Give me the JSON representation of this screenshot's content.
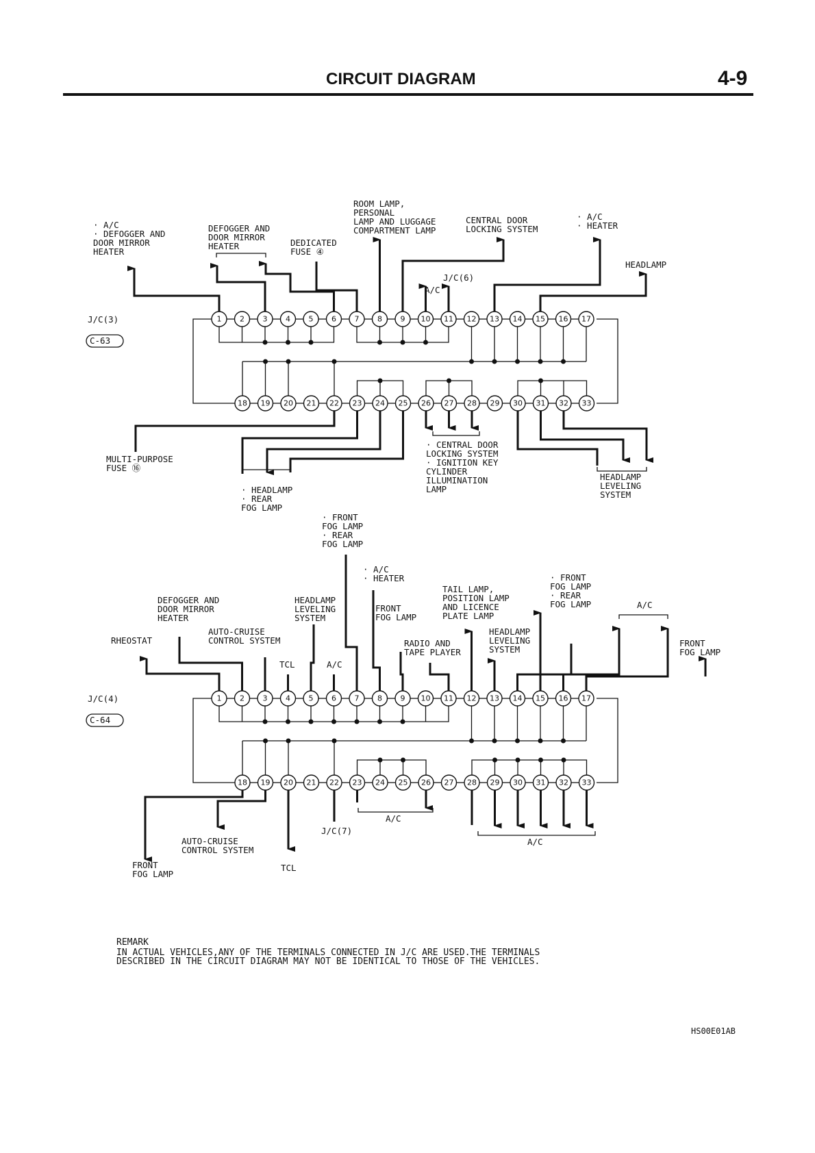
{
  "header": {
    "title": "CIRCUIT DIAGRAM",
    "page_number": "4-9"
  },
  "jc3": {
    "name": "J/C(3)",
    "connector": "C-63",
    "terminals_top": [
      "1",
      "2",
      "3",
      "4",
      "5",
      "6",
      "7",
      "8",
      "9",
      "10",
      "11",
      "12",
      "13",
      "14",
      "15",
      "16",
      "17"
    ],
    "terminals_bottom": [
      "18",
      "19",
      "20",
      "21",
      "22",
      "23",
      "24",
      "25",
      "26",
      "27",
      "28",
      "29",
      "30",
      "31",
      "32",
      "33"
    ],
    "labels": {
      "ac_defogger": [
        "· A/C",
        "· DEFOGGER AND",
        "DOOR MIRROR",
        "HEATER"
      ],
      "defogger": [
        "DEFOGGER AND",
        "DOOR MIRROR",
        "HEATER"
      ],
      "dedicated_fuse": [
        "DEDICATED",
        "FUSE ④"
      ],
      "room_lamp": [
        "ROOM LAMP,",
        "PERSONAL",
        "LAMP AND LUGGAGE",
        "COMPARTMENT LAMP"
      ],
      "central_door": [
        "CENTRAL DOOR",
        "LOCKING SYSTEM"
      ],
      "ac_heater": [
        "· A/C",
        "· HEATER"
      ],
      "headlamp": "HEADLAMP",
      "jc6": "J/C(6)",
      "ac": "A/C",
      "multi_purpose": [
        "MULTI-PURPOSE",
        "FUSE ⑯"
      ],
      "headlamp_rear_fog": [
        "· HEADLAMP",
        "· REAR",
        "FOG LAMP"
      ],
      "central_ignition": [
        "· CENTRAL DOOR",
        "LOCKING SYSTEM",
        "· IGNITION KEY",
        "CYLINDER",
        "ILLUMINATION",
        "LAMP"
      ],
      "headlamp_leveling": [
        "HEADLAMP",
        "LEVELING",
        "SYSTEM"
      ]
    }
  },
  "jc4": {
    "name": "J/C(4)",
    "connector": "C-64",
    "terminals_top": [
      "1",
      "2",
      "3",
      "4",
      "5",
      "6",
      "7",
      "8",
      "9",
      "10",
      "11",
      "12",
      "13",
      "14",
      "15",
      "16",
      "17"
    ],
    "terminals_bottom": [
      "18",
      "19",
      "20",
      "21",
      "22",
      "23",
      "24",
      "25",
      "26",
      "27",
      "28",
      "29",
      "30",
      "31",
      "32",
      "33"
    ],
    "labels": {
      "front_rear_fog": [
        "· FRONT",
        "FOG LAMP",
        "· REAR",
        "FOG LAMP"
      ],
      "ac_heater": [
        "· A/C",
        "· HEATER"
      ],
      "defogger": [
        "DEFOGGER AND",
        "DOOR MIRROR",
        "HEATER"
      ],
      "headlamp_leveling": [
        "HEADLAMP",
        "LEVELING",
        "SYSTEM"
      ],
      "front_fog": [
        "FRONT",
        "FOG LAMP"
      ],
      "tail_lamp": [
        "TAIL LAMP,",
        "POSITION LAMP",
        "AND LICENCE",
        "PLATE LAMP"
      ],
      "front_rear_fog_right": [
        "· FRONT",
        "FOG LAMP",
        "· REAR",
        "FOG LAMP"
      ],
      "ac_right": "A/C",
      "rheostat": "RHEOSTAT",
      "auto_cruise": [
        "AUTO-CRUISE",
        "CONTROL SYSTEM"
      ],
      "tcl": "TCL",
      "ac": "A/C",
      "radio": [
        "RADIO AND",
        "TAPE PLAYER"
      ],
      "headlamp_leveling2": [
        "HEADLAMP",
        "LEVELING",
        "SYSTEM"
      ],
      "front_fog_right": [
        "FRONT",
        "FOG LAMP"
      ],
      "front_fog_bottom": [
        "FRONT",
        "FOG LAMP"
      ],
      "auto_cruise_bottom": [
        "AUTO-CRUISE",
        "CONTROL SYSTEM"
      ],
      "tcl_bottom": "TCL",
      "jc7": "J/C(7)",
      "ac_bottom_mid": "A/C",
      "ac_bottom_right": "A/C"
    }
  },
  "remark": {
    "title": "REMARK",
    "lines": [
      "IN ACTUAL VEHICLES,ANY OF THE TERMINALS CONNECTED IN J/C ARE USED.THE TERMINALS",
      "DESCRIBED IN THE CIRCUIT DIAGRAM MAY NOT BE IDENTICAL TO THOSE OF THE VEHICLES."
    ]
  },
  "figure_code": "HS00E01AB"
}
